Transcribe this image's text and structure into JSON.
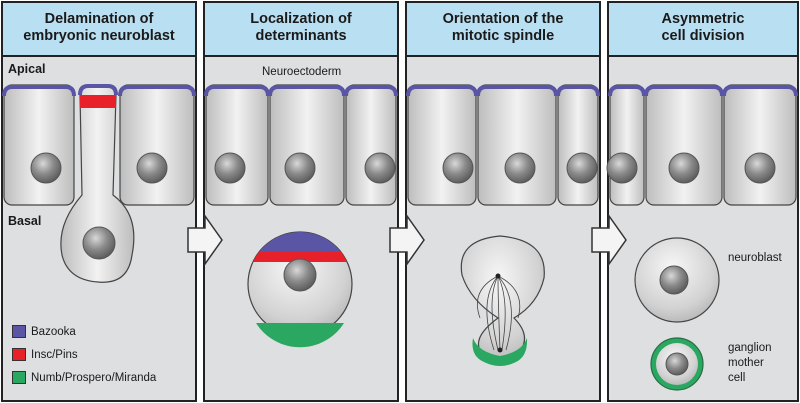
{
  "panels": [
    {
      "title": "Delamination of\nembryonic neuroblast"
    },
    {
      "title": "Localization of\ndeterminants"
    },
    {
      "title": "Orientation of the\nmitotic spindle"
    },
    {
      "title": "Asymmetric\ncell division"
    }
  ],
  "labels": {
    "apical": "Apical",
    "basal": "Basal",
    "neuroectoderm": "Neuroectoderm",
    "neuroblast": "neuroblast",
    "gmc": "ganglion\nmother\ncell"
  },
  "legend": [
    {
      "label": "Bazooka",
      "color": "#5b55a6"
    },
    {
      "label": "Insc/Pins",
      "color": "#e8202a"
    },
    {
      "label": "Numb/Prospero/Miranda",
      "color": "#2aa760"
    }
  ],
  "colors": {
    "header": "#b9dff2",
    "panel": "#dedfe0",
    "cell": "#ececec",
    "nucleus": "#8c8c8c"
  }
}
